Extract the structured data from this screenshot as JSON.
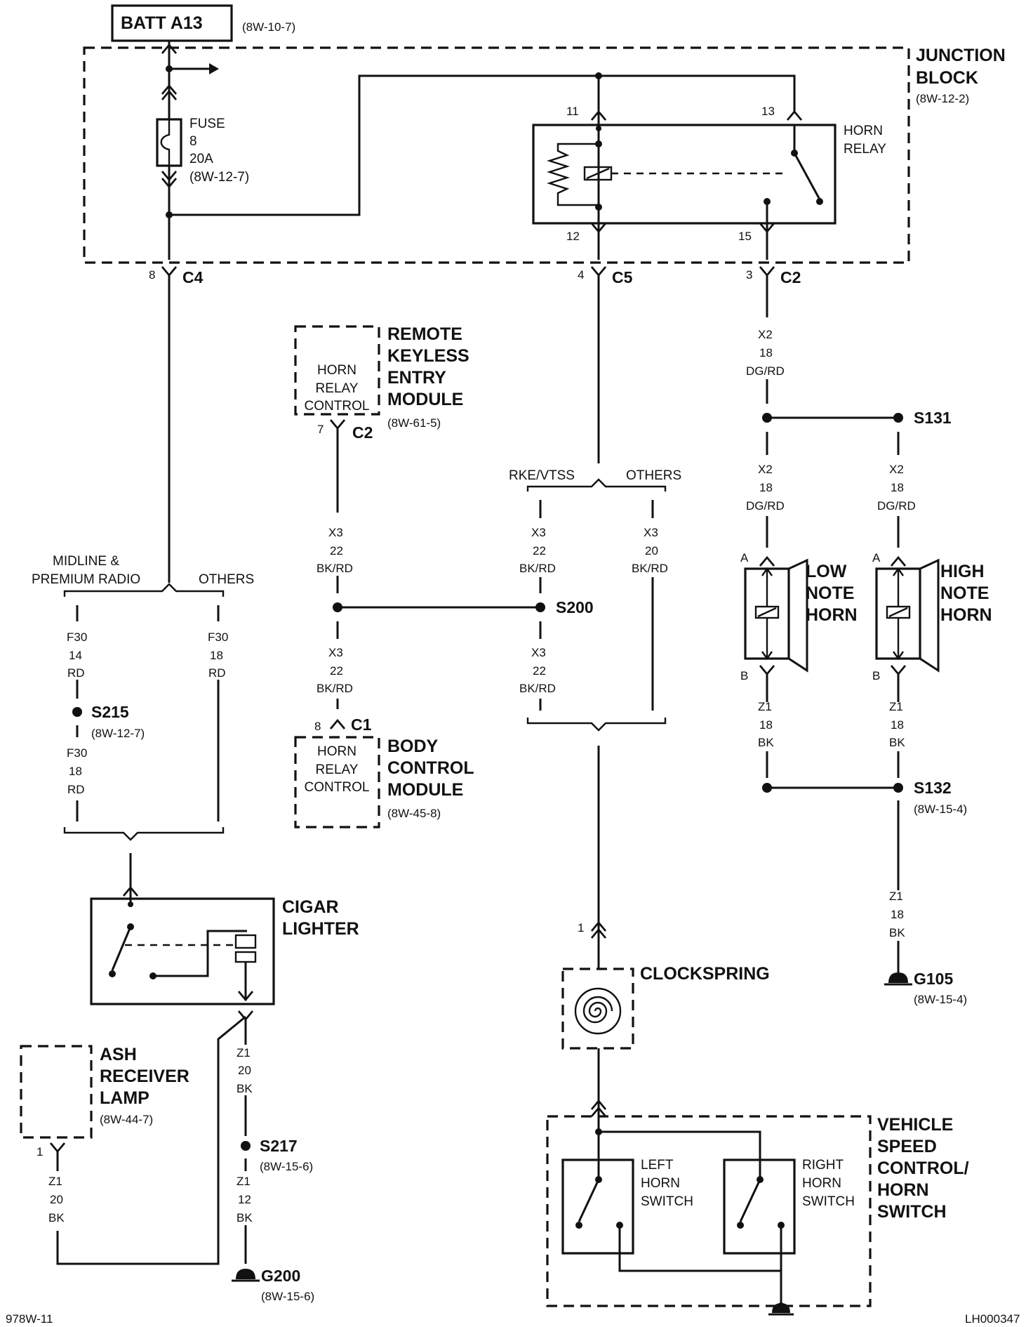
{
  "source": {
    "label": "BATT A13",
    "ref": "(8W-10-7)"
  },
  "junction_block": {
    "title": [
      "JUNCTION",
      "BLOCK"
    ],
    "ref": "(8W-12-2)"
  },
  "fuse": {
    "label": "FUSE",
    "number": "8",
    "rating": "20A",
    "ref": "(8W-12-7)"
  },
  "horn_relay": {
    "title": [
      "HORN",
      "RELAY"
    ],
    "pins": [
      "11",
      "13",
      "12",
      "15"
    ]
  },
  "connectors": {
    "c4": {
      "pin": "8",
      "name": "C4"
    },
    "c5": {
      "pin": "4",
      "name": "C5"
    },
    "c2_jb": {
      "pin": "3",
      "name": "C2"
    },
    "c2_rke": {
      "pin": "7",
      "name": "C2"
    },
    "c1_bcm": {
      "pin": "8",
      "name": "C1"
    }
  },
  "rke_module": {
    "inner": [
      "HORN",
      "RELAY",
      "CONTROL"
    ],
    "title": [
      "REMOTE",
      "KEYLESS",
      "ENTRY",
      "MODULE"
    ],
    "ref": "(8W-61-5)"
  },
  "bcm": {
    "inner": [
      "HORN",
      "RELAY",
      "CONTROL"
    ],
    "title": [
      "BODY",
      "CONTROL",
      "MODULE"
    ],
    "ref": "(8W-45-8)"
  },
  "splices": {
    "s131": {
      "name": "S131"
    },
    "s132": {
      "name": "S132",
      "ref": "(8W-15-4)"
    },
    "s200": {
      "name": "S200"
    },
    "s215": {
      "name": "S215",
      "ref": "(8W-12-7)"
    },
    "s217": {
      "name": "S217",
      "ref": "(8W-15-6)"
    }
  },
  "wires": {
    "x2_a": [
      "X2",
      "18",
      "DG/RD"
    ],
    "x2_b": [
      "X2",
      "18",
      "DG/RD"
    ],
    "x2_c": [
      "X2",
      "18",
      "DG/RD"
    ],
    "x3_rke": [
      "X3",
      "22",
      "BK/RD"
    ],
    "x3_bcm": [
      "X3",
      "22",
      "BK/RD"
    ],
    "x3_c5a": [
      "X3",
      "22",
      "BK/RD"
    ],
    "x3_c5b": [
      "X3",
      "22",
      "BK/RD"
    ],
    "x3_others": [
      "X3",
      "20",
      "BK/RD"
    ],
    "f30_mid": [
      "F30",
      "14",
      "RD"
    ],
    "f30_others": [
      "F30",
      "18",
      "RD"
    ],
    "f30_low": [
      "F30",
      "18",
      "RD"
    ],
    "z1_low": [
      "Z1",
      "18",
      "BK"
    ],
    "z1_high": [
      "Z1",
      "18",
      "BK"
    ],
    "z1_g105": [
      "Z1",
      "18",
      "BK"
    ],
    "z1_lighter": [
      "Z1",
      "20",
      "BK"
    ],
    "z1_ash": [
      "Z1",
      "20",
      "BK"
    ],
    "z1_g200": [
      "Z1",
      "12",
      "BK"
    ]
  },
  "branches": {
    "c5_left": "RKE/VTSS",
    "c5_right": "OTHERS",
    "c4_left": [
      "MIDLINE &",
      "PREMIUM RADIO"
    ],
    "c4_right": "OTHERS"
  },
  "low_horn": {
    "title": [
      "LOW",
      "NOTE",
      "HORN"
    ],
    "pin_top": "A",
    "pin_bottom": "B"
  },
  "high_horn": {
    "title": [
      "HIGH",
      "NOTE",
      "HORN"
    ],
    "pin_top": "A",
    "pin_bottom": "B"
  },
  "cigar_lighter": {
    "title": [
      "CIGAR",
      "LIGHTER"
    ]
  },
  "ash_lamp": {
    "title": [
      "ASH",
      "RECEIVER",
      "LAMP"
    ],
    "ref": "(8W-44-7)",
    "pin": "1"
  },
  "clockspring": {
    "title": "CLOCKSPRING",
    "pin": "1"
  },
  "vsc_switch": {
    "title": [
      "VEHICLE",
      "SPEED",
      "CONTROL/",
      "HORN",
      "SWITCH"
    ],
    "left": [
      "LEFT",
      "HORN",
      "SWITCH"
    ],
    "right": [
      "RIGHT",
      "HORN",
      "SWITCH"
    ]
  },
  "grounds": {
    "g105": {
      "name": "G105",
      "ref": "(8W-15-4)"
    },
    "g200": {
      "name": "G200",
      "ref": "(8W-15-6)"
    }
  },
  "footer": {
    "left": "978W-11",
    "right": "LH000347"
  }
}
